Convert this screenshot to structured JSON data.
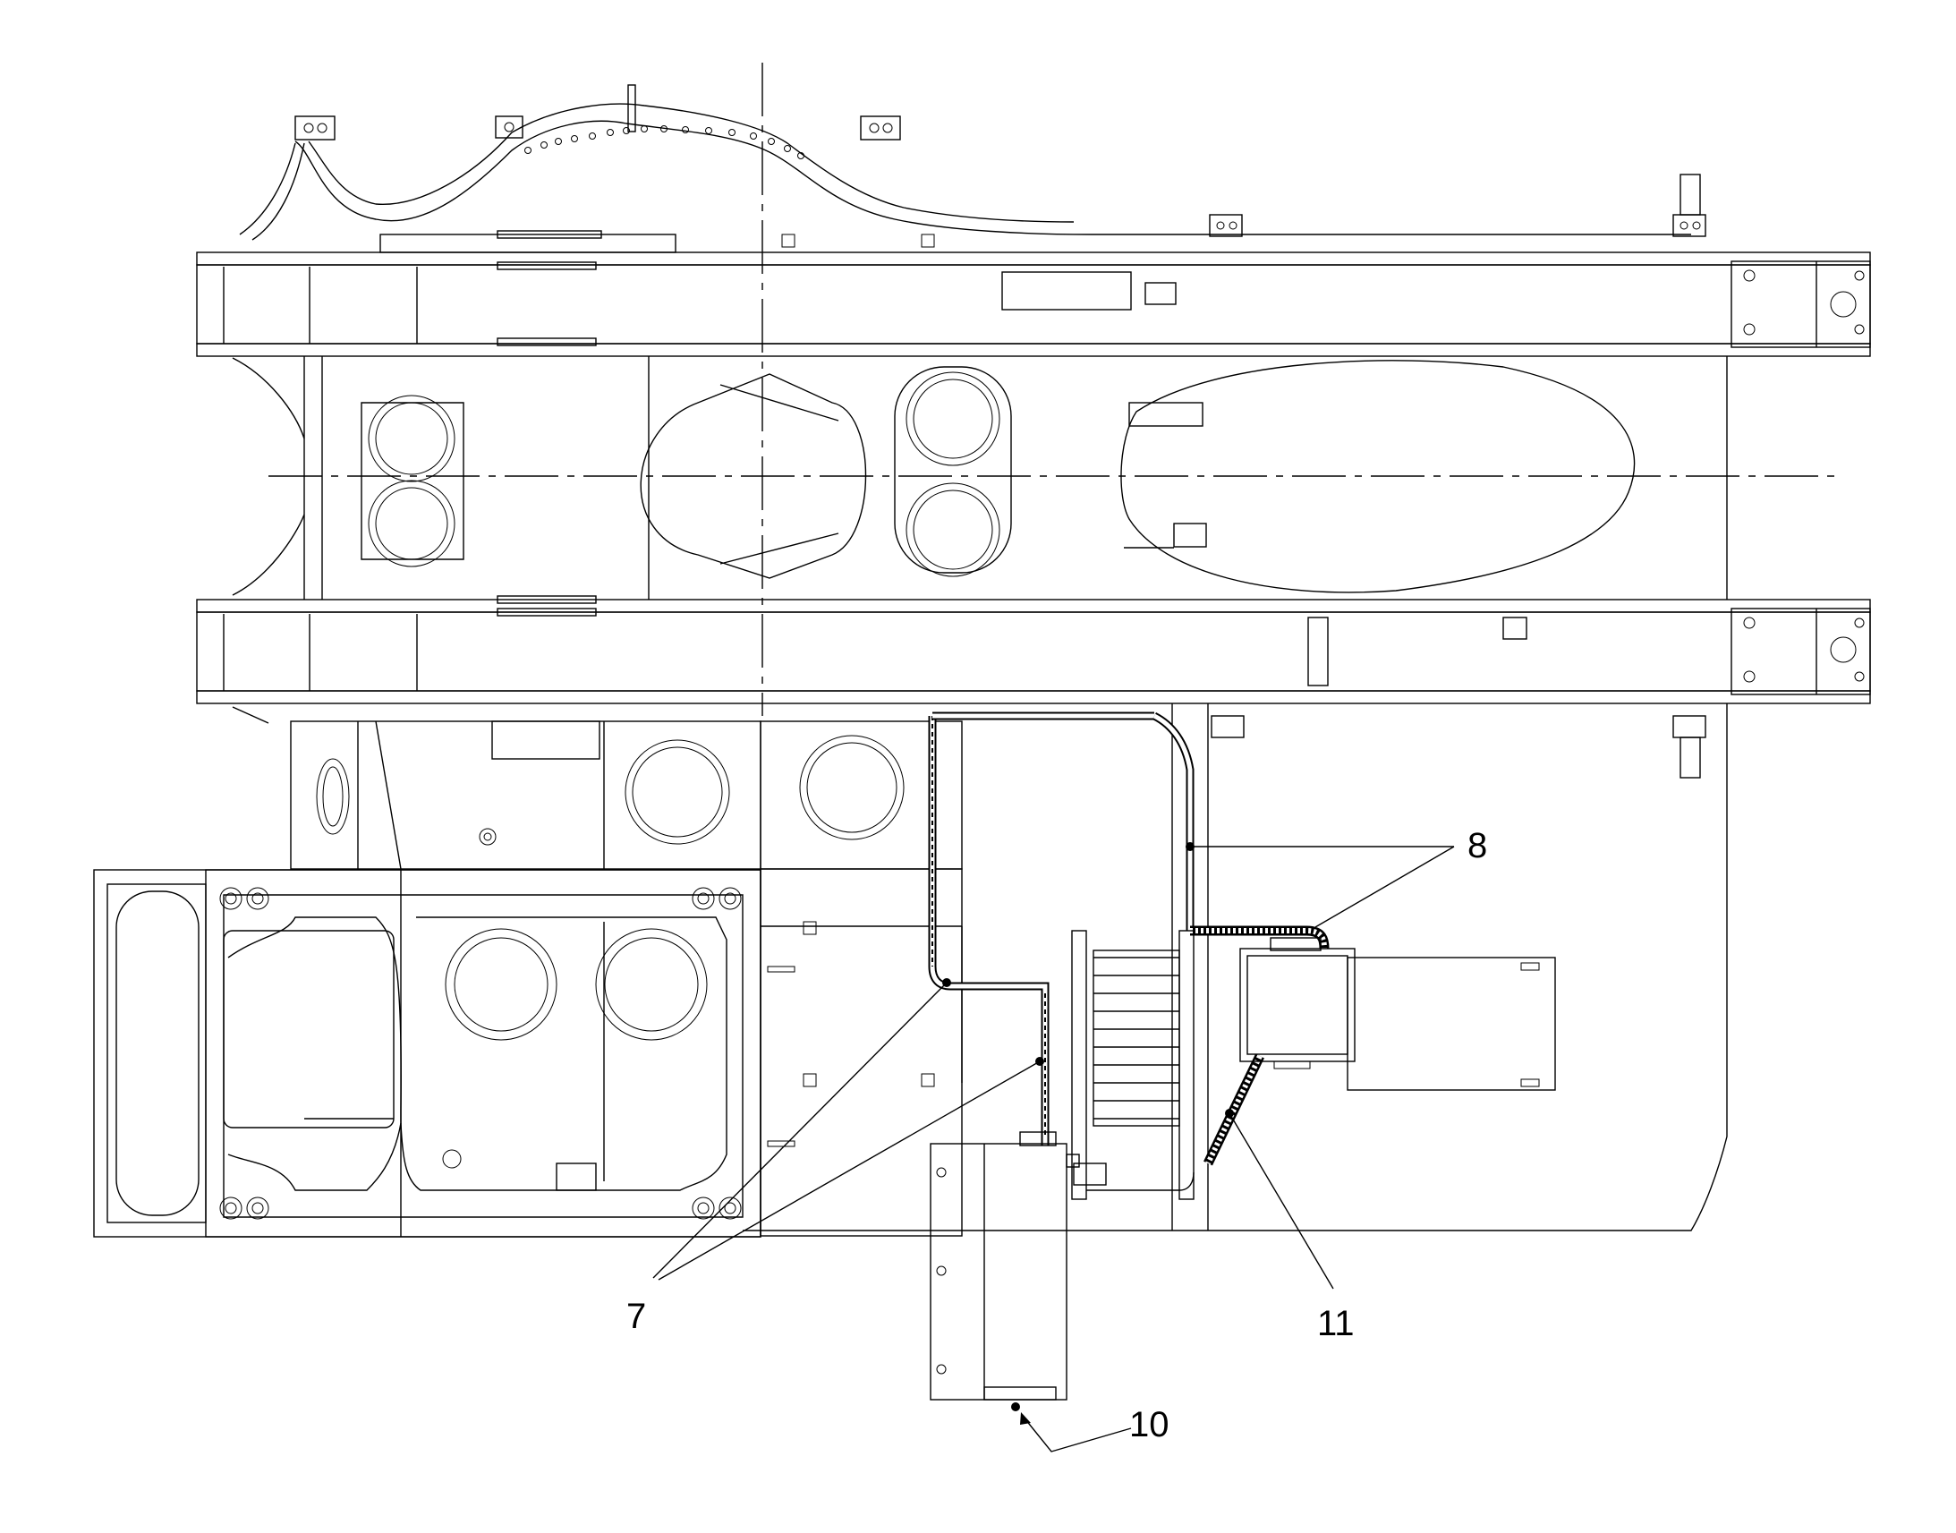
{
  "callouts": {
    "c7": "7",
    "c8": "8",
    "c10": "10",
    "c11": "11"
  },
  "colors": {
    "line": "#000000",
    "background": "#ffffff"
  }
}
